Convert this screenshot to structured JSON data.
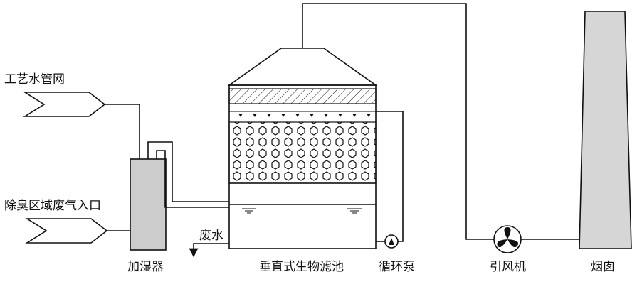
{
  "labels": {
    "process_water": "工艺水管网",
    "inlet": "除臭区域废气入口",
    "humidifier": "加湿器",
    "biofilter": "垂直式生物滤池",
    "pump": "循环泵",
    "fan": "引风机",
    "chimney": "烟囱",
    "wastewater": "废水"
  },
  "colors": {
    "line": "#111111",
    "humidifier_fill": "#cccccc",
    "chimney_fill": "#d6d6d6",
    "background": "#ffffff"
  }
}
